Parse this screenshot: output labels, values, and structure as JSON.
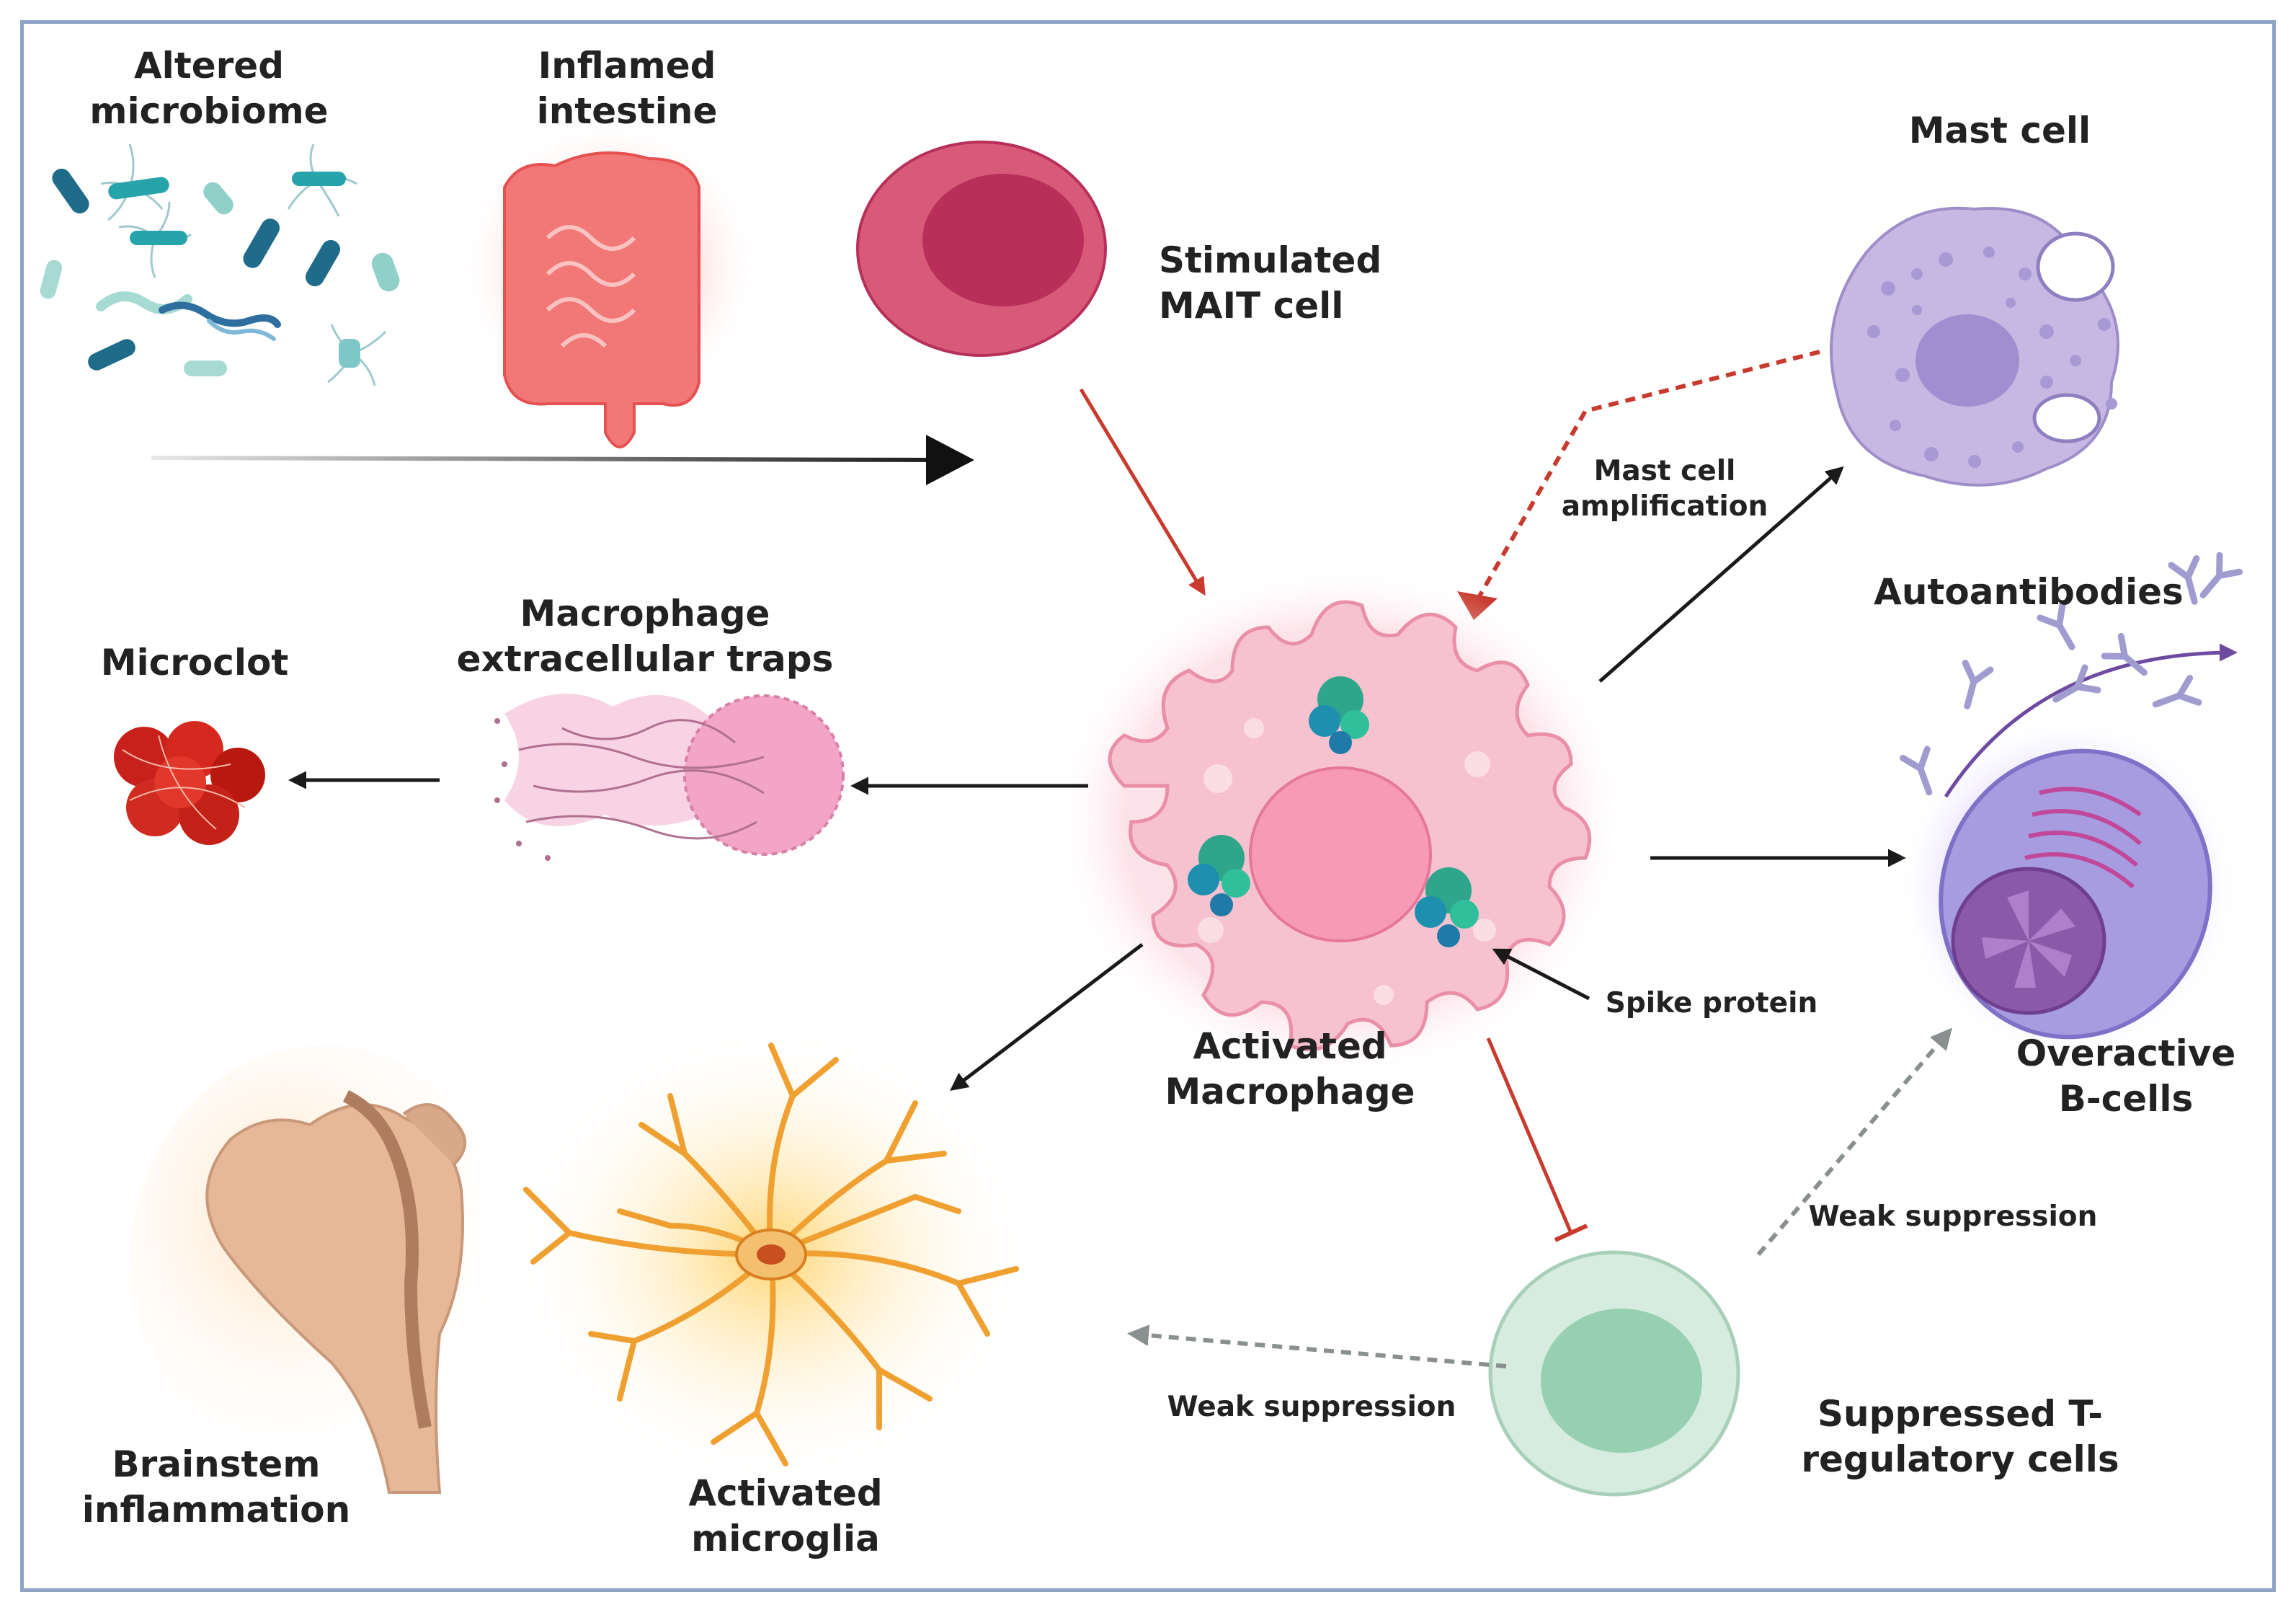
{
  "labels": {
    "altered_microbiome": [
      "Altered",
      "microbiome"
    ],
    "inflamed_intestine": [
      "Inflamed",
      "intestine"
    ],
    "stimulated_mait": [
      "Stimulated",
      "MAIT cell"
    ],
    "mast_cell": "Mast cell",
    "mast_cell_amplification": [
      "Mast cell",
      "amplification"
    ],
    "autoantibodies": "Autoantibodies",
    "macrophage_traps": [
      "Macrophage",
      "extracellular traps"
    ],
    "microclot": "Microclot",
    "activated_macrophage": [
      "Activated",
      "Macrophage"
    ],
    "spike_protein": "Spike protein",
    "overactive_bcells": [
      "Overactive",
      "B-cells"
    ],
    "weak_suppression_b": "Weak suppression",
    "weak_suppression_microglia": "Weak suppression",
    "suppressed_treg": [
      "Suppressed T-",
      "regulatory cells"
    ],
    "brainstem": [
      "Brainstem",
      "inflammation"
    ],
    "activated_microglia": [
      "Activated",
      "microglia"
    ]
  },
  "colors": {
    "black_arrow": "#1a1a1a",
    "red_arrow": "#c83a2e",
    "gray_dashed": "#8a9090",
    "purple_arrow": "#6e4aa0",
    "frame": "#8fa3c4",
    "mait_outer": "#d85a78",
    "mait_inner": "#b8305a",
    "macrophage": "#f7b8c8",
    "mast_cell": "#c6b8e2",
    "b_cell": "#9b8ed6",
    "treg": "#cde8d8",
    "microglia": "#f0a030",
    "brainstem": "#e6b898",
    "microclot": "#c8201a"
  }
}
